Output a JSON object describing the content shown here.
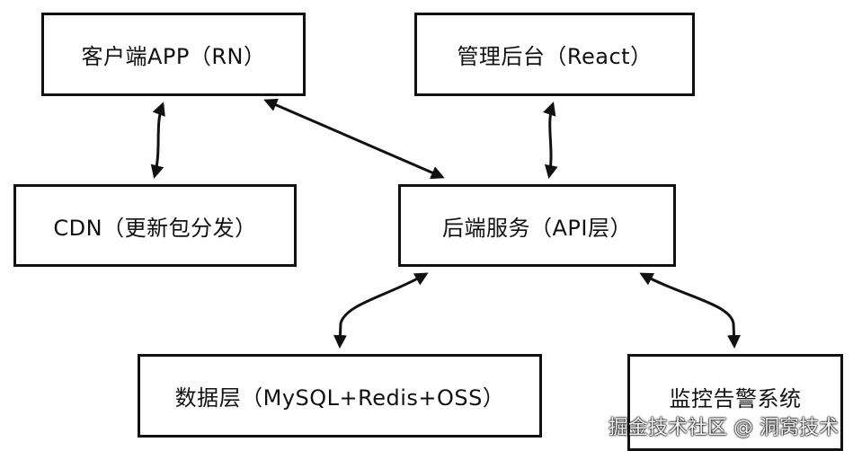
{
  "nodes": {
    "client": "客户端APP（RN）",
    "admin": "管理后台（React）",
    "cdn": "CDN（更新包分发）",
    "backend": "后端服务（API层）",
    "data": "数据层（MySQL+Redis+OSS）",
    "monitor": "监控告警系统"
  },
  "edges": [
    {
      "from": "client",
      "to": "cdn",
      "type": "bidirectional"
    },
    {
      "from": "client",
      "to": "backend",
      "type": "bidirectional"
    },
    {
      "from": "admin",
      "to": "backend",
      "type": "bidirectional"
    },
    {
      "from": "backend",
      "to": "data",
      "type": "bidirectional"
    },
    {
      "from": "backend",
      "to": "monitor",
      "type": "bidirectional"
    }
  ],
  "colors": {
    "stroke": "#111111",
    "background": "#ffffff"
  },
  "watermark": "掘金技术社区 @ 洞窝技术"
}
